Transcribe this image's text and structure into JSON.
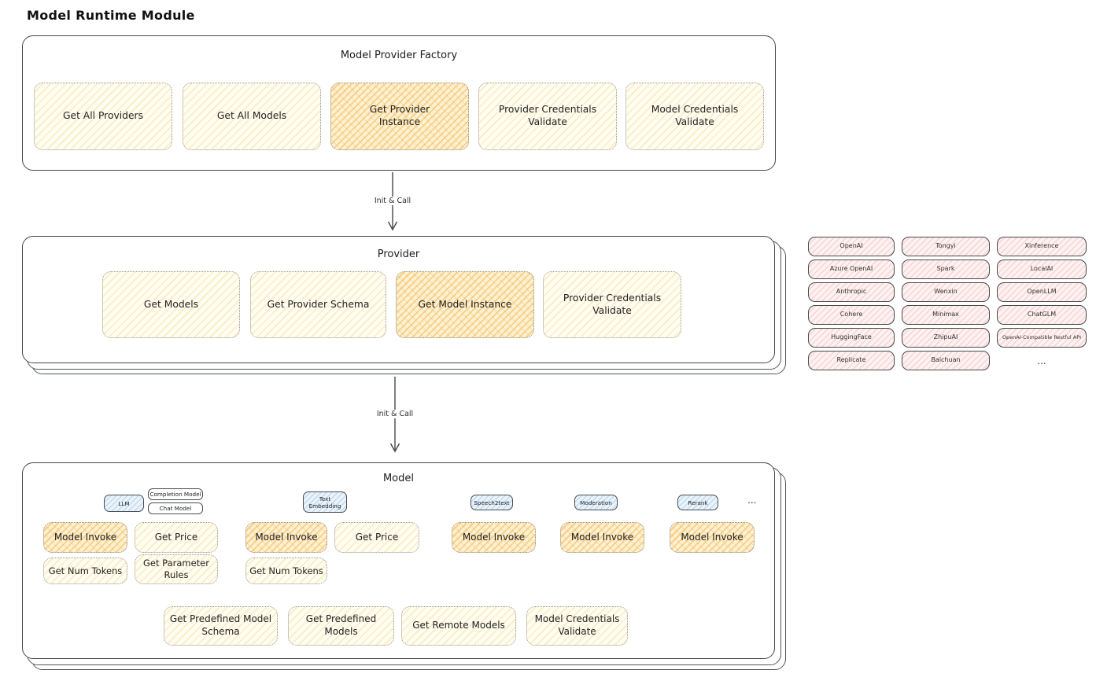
{
  "title": "Model Runtime Module",
  "colors": {
    "node_yellow": "#fffdf0",
    "node_orange_highlight": "#fdf1d0",
    "provider_pink": "#fdf1f1",
    "tag_blue": "#eaf3fb",
    "line_dark": "#43464a"
  },
  "arrows": {
    "label1": "Init & Call",
    "label2": "Init & Call"
  },
  "factory": {
    "title": "Model Provider Factory",
    "items": [
      {
        "label": "Get All Providers",
        "highlighted": false
      },
      {
        "label": "Get All Models",
        "highlighted": false
      },
      {
        "label": "Get Provider\nInstance",
        "highlighted": true
      },
      {
        "label": "Provider Credentials\nValidate",
        "highlighted": false
      },
      {
        "label": "Model Credentials\nValidate",
        "highlighted": false
      }
    ]
  },
  "provider": {
    "title": "Provider",
    "items": [
      {
        "label": "Get Models",
        "highlighted": false
      },
      {
        "label": "Get Provider Schema",
        "highlighted": false
      },
      {
        "label": "Get Model Instance",
        "highlighted": true
      },
      {
        "label": "Provider Credentials\nValidate",
        "highlighted": false
      }
    ]
  },
  "providers_grid": {
    "columns": [
      [
        "OpenAI",
        "Azure OpenAI",
        "Anthropic",
        "Cohere",
        "HuggingFace",
        "Replicate"
      ],
      [
        "Tongyi",
        "Spark",
        "Wenxin",
        "Minimax",
        "ZhipuAI",
        "Baichuan"
      ],
      [
        "Xinference",
        "LocalAI",
        "OpenLLM",
        "ChatGLM",
        "OpenAI-Compatible Restful API"
      ]
    ],
    "more": "..."
  },
  "model": {
    "title": "Model",
    "tags": {
      "llm": "LLM",
      "completion": "Completion Model",
      "chat": "Chat Model",
      "text_embedding": "Text\nEmbedding",
      "speech2text": "Speech2text",
      "moderation": "Moderation",
      "rerank": "Rerank",
      "more": "..."
    },
    "ops": {
      "model_invoke": "Model Invoke",
      "get_price": "Get Price",
      "get_num_tokens": "Get Num Tokens",
      "get_parameter_rules": "Get Parameter\nRules"
    },
    "bottom": [
      "Get Predefined Model\nSchema",
      "Get Predefined\nModels",
      "Get Remote Models",
      "Model Credentials\nValidate"
    ]
  }
}
